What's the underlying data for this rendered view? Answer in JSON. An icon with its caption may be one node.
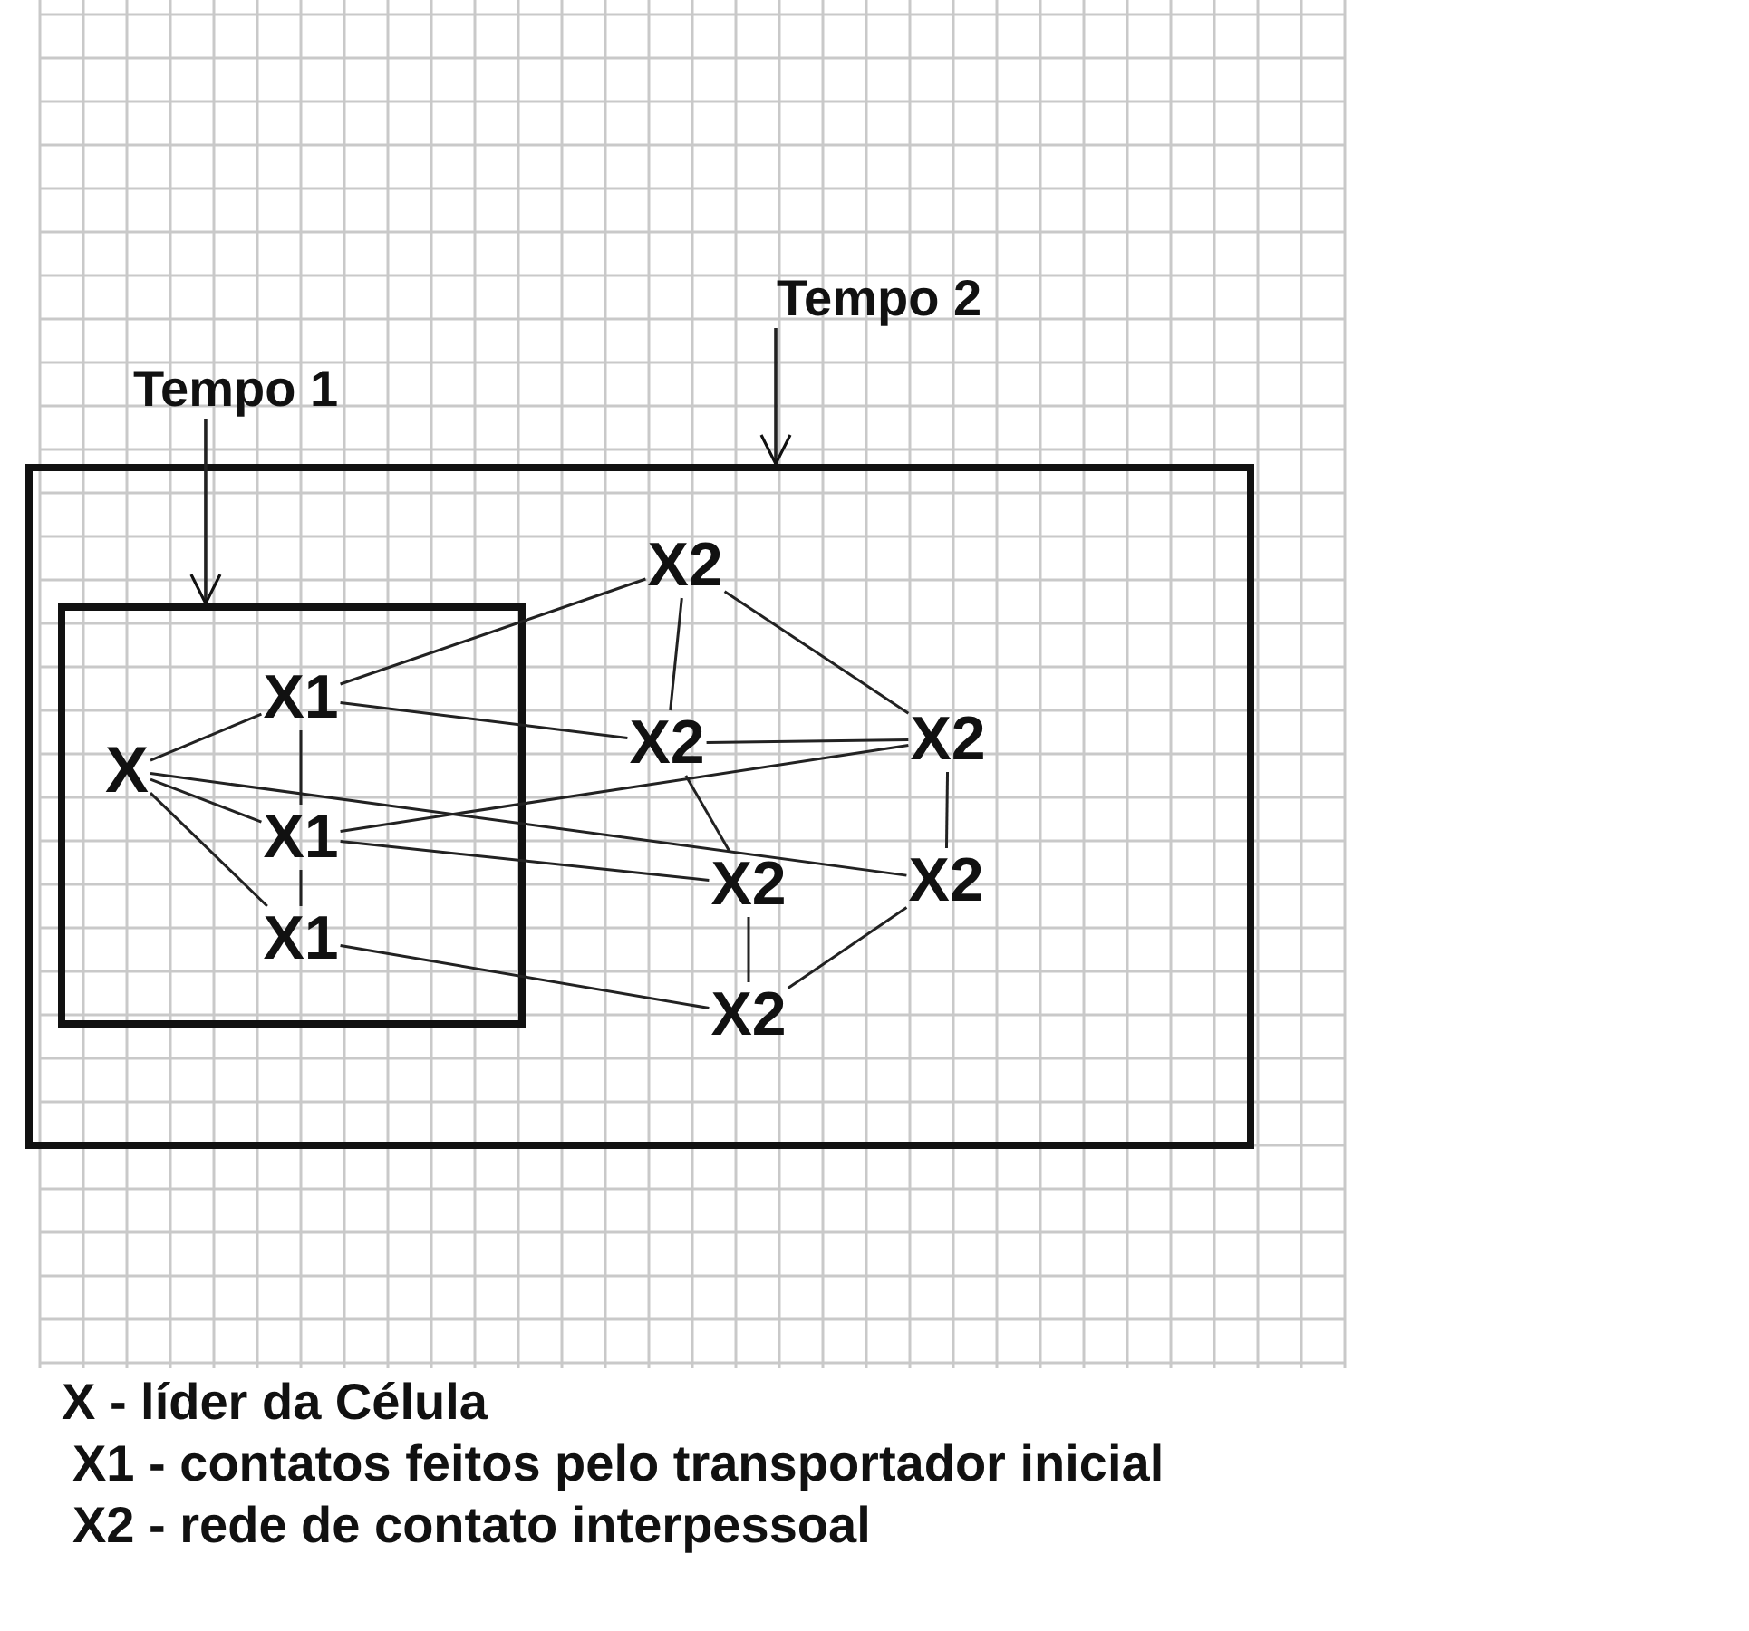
{
  "diagram": {
    "nodes": [
      {
        "text": [
          "Tempo 2"
        ]
      },
      {
        "text": [
          "Tempo 1"
        ]
      },
      {
        "text": [],
        "shape": "box"
      },
      {
        "text": [],
        "shape": "box",
        "in": 2
      },
      {
        "text": [
          "X"
        ],
        "in": 3
      },
      {
        "text": [
          "X1"
        ],
        "in": 3
      },
      {
        "text": [
          "X1"
        ],
        "in": 3
      },
      {
        "text": [
          "X1"
        ],
        "in": 3
      },
      {
        "text": [
          "X2"
        ],
        "in": 2
      },
      {
        "text": [
          "X2"
        ],
        "in": 2
      },
      {
        "text": [
          "X2"
        ],
        "in": 2
      },
      {
        "text": [
          "X2"
        ],
        "in": 2
      },
      {
        "text": [
          "X2"
        ],
        "in": 2
      },
      {
        "text": [
          "X2"
        ],
        "in": 2
      }
    ],
    "edges": [
      {
        "from": 0,
        "to": 2,
        "arrow": "to"
      },
      {
        "from": 1,
        "to": 3,
        "arrow": "to"
      },
      {
        "from": 4,
        "to": 5,
        "arrow": "none"
      },
      {
        "from": 4,
        "to": 6,
        "arrow": "none"
      },
      {
        "from": 4,
        "to": 7,
        "arrow": "none"
      },
      {
        "from": 4,
        "to": 12,
        "arrow": "none"
      },
      {
        "from": 5,
        "to": 6,
        "arrow": "none"
      },
      {
        "from": 6,
        "to": 7,
        "arrow": "none"
      },
      {
        "from": 5,
        "to": 8,
        "arrow": "none"
      },
      {
        "from": 5,
        "to": 9,
        "arrow": "none"
      },
      {
        "from": 6,
        "to": 10,
        "arrow": "none"
      },
      {
        "from": 6,
        "to": 11,
        "arrow": "none"
      },
      {
        "from": 7,
        "to": 13,
        "arrow": "none"
      },
      {
        "from": 8,
        "to": 9,
        "arrow": "none"
      },
      {
        "from": 8,
        "to": 10,
        "arrow": "none"
      },
      {
        "from": 9,
        "to": 10,
        "arrow": "none"
      },
      {
        "from": 9,
        "to": 11,
        "arrow": "none"
      },
      {
        "from": 10,
        "to": 12,
        "arrow": "none"
      },
      {
        "from": 11,
        "to": 13,
        "arrow": "none"
      },
      {
        "from": 12,
        "to": 13,
        "arrow": "none"
      }
    ],
    "labels": [
      "X - líder da Célula",
      "X1 - contatos feitos pelo transportador inicial",
      "X2 - rede de contato interpessoal"
    ]
  }
}
